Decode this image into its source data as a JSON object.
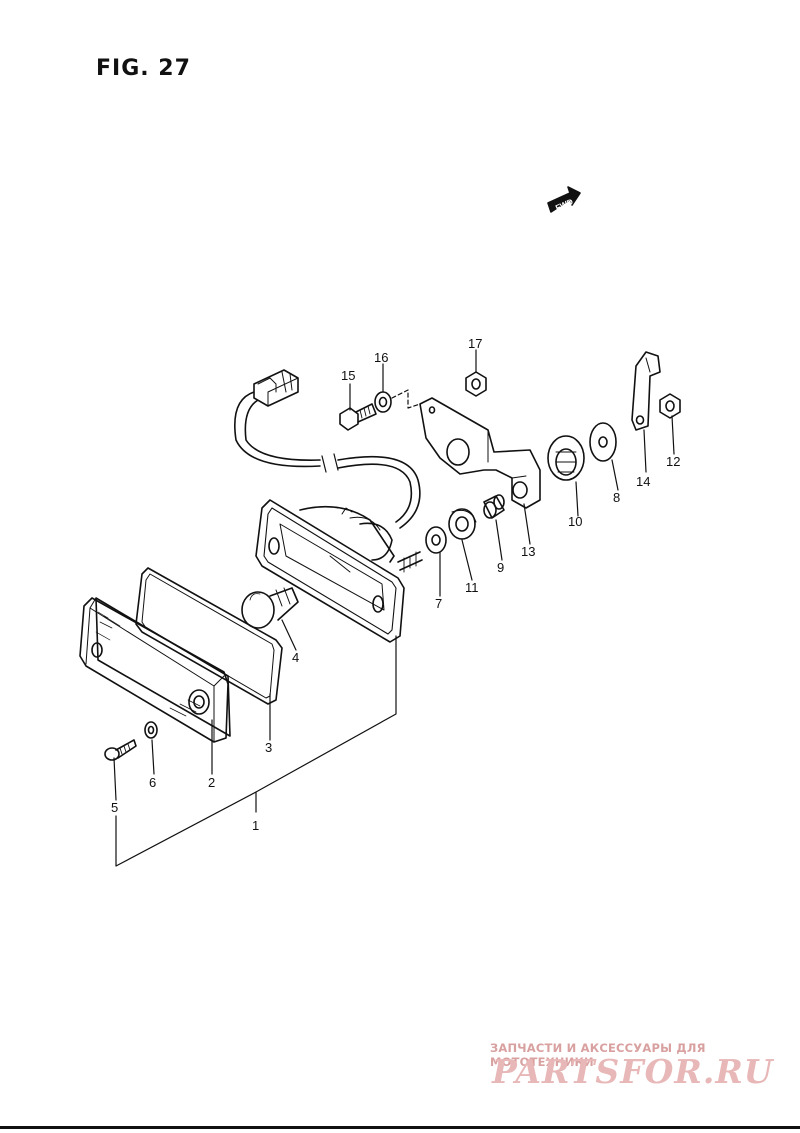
{
  "figure": {
    "title": "FIG. 27",
    "fwd_label": "FWD"
  },
  "parts": [
    {
      "ref": "1"
    },
    {
      "ref": "2"
    },
    {
      "ref": "3"
    },
    {
      "ref": "4"
    },
    {
      "ref": "5"
    },
    {
      "ref": "6"
    },
    {
      "ref": "7"
    },
    {
      "ref": "8"
    },
    {
      "ref": "9"
    },
    {
      "ref": "10"
    },
    {
      "ref": "11"
    },
    {
      "ref": "12"
    },
    {
      "ref": "13"
    },
    {
      "ref": "14"
    },
    {
      "ref": "15"
    },
    {
      "ref": "16"
    },
    {
      "ref": "17"
    }
  ],
  "watermark": {
    "subtitle": "ЗАПЧАСТИ И АКСЕССУАРЫ ДЛЯ МОТОТЕХНИКИ",
    "brand": "PARTSFOR.RU"
  }
}
